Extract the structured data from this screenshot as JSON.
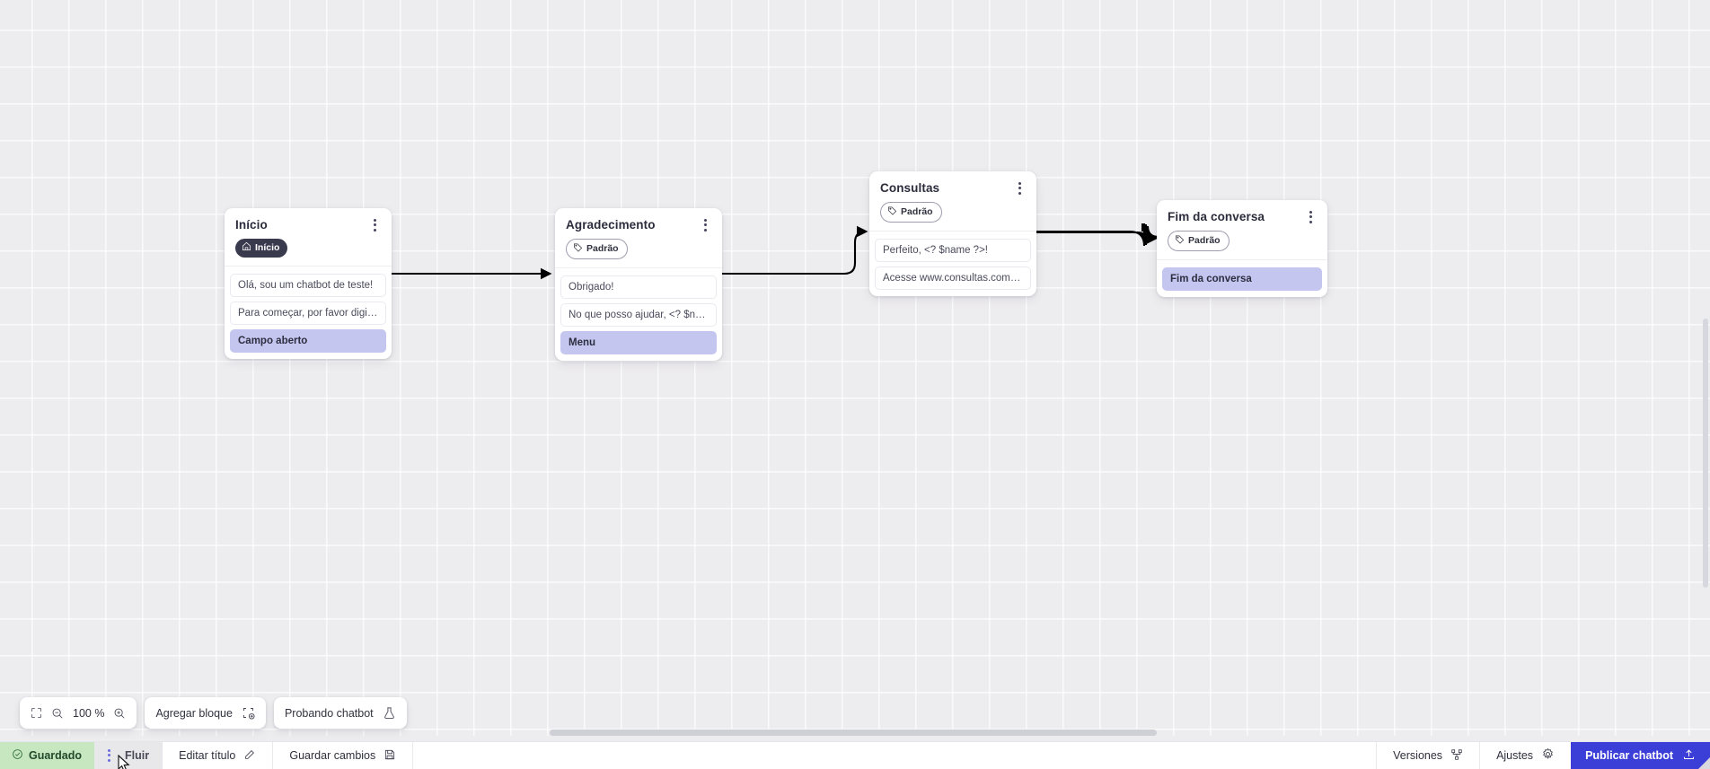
{
  "canvas": {
    "zoom_level": "100 %",
    "nodes": [
      {
        "id": "inicio",
        "title": "Início",
        "badge": {
          "label": "Início",
          "icon": "home-icon",
          "style": "start"
        },
        "rows": [
          {
            "text": "Olá, sou um chatbot de teste!",
            "accent": false
          },
          {
            "text": "Para começar, por favor digite o ...",
            "accent": false
          },
          {
            "text": "Campo aberto",
            "accent": true
          }
        ]
      },
      {
        "id": "agradecimento",
        "title": "Agradecimento",
        "badge": {
          "label": "Padrão",
          "icon": "tag-icon",
          "style": "default"
        },
        "rows": [
          {
            "text": "Obrigado!",
            "accent": false
          },
          {
            "text": "No que posso ajudar, <? $name ...",
            "accent": false
          },
          {
            "text": "Menu",
            "accent": true
          }
        ]
      },
      {
        "id": "consultas",
        "title": "Consultas",
        "badge": {
          "label": "Padrão",
          "icon": "tag-icon",
          "style": "default"
        },
        "rows": [
          {
            "text": "Perfeito, <? $name ?>!",
            "accent": false
          },
          {
            "text": "Acesse www.consultas.com par...",
            "accent": false
          }
        ]
      },
      {
        "id": "fim-da-conversa",
        "title": "Fim da conversa",
        "badge": {
          "label": "Padrão",
          "icon": "tag-icon",
          "style": "default"
        },
        "rows": [
          {
            "text": "Fim da conversa",
            "accent": true
          }
        ]
      }
    ]
  },
  "toolbar": {
    "fit_icon": "fit-screen-icon",
    "zoom_out_icon": "zoom-out-icon",
    "zoom_level": "100 %",
    "zoom_in_icon": "zoom-in-icon",
    "add_block_label": "Agregar bloque",
    "add_block_icon": "add-block-icon",
    "test_chatbot_label": "Probando chatbot",
    "test_chatbot_icon": "flask-icon"
  },
  "statusbar": {
    "saved_label": "Guardado",
    "saved_icon": "check-circle-icon",
    "flow_tab_label": "Fluir",
    "flow_tab_menu_icon": "kebab-icon",
    "edit_title_label": "Editar título",
    "edit_title_icon": "pencil-icon",
    "save_changes_label": "Guardar cambios",
    "save_changes_icon": "save-disk-icon",
    "versions_label": "Versiones",
    "versions_icon": "branch-icon",
    "settings_label": "Ajustes",
    "settings_icon": "gear-icon",
    "publish_label": "Publicar chatbot",
    "publish_icon": "upload-icon"
  },
  "colors": {
    "canvas_bg": "#edecef",
    "accent_row": "#c4c6ef",
    "publish_blue": "#3b3fd8",
    "saved_green": "#c6e7bf",
    "node_title": "#2b2b3c"
  }
}
